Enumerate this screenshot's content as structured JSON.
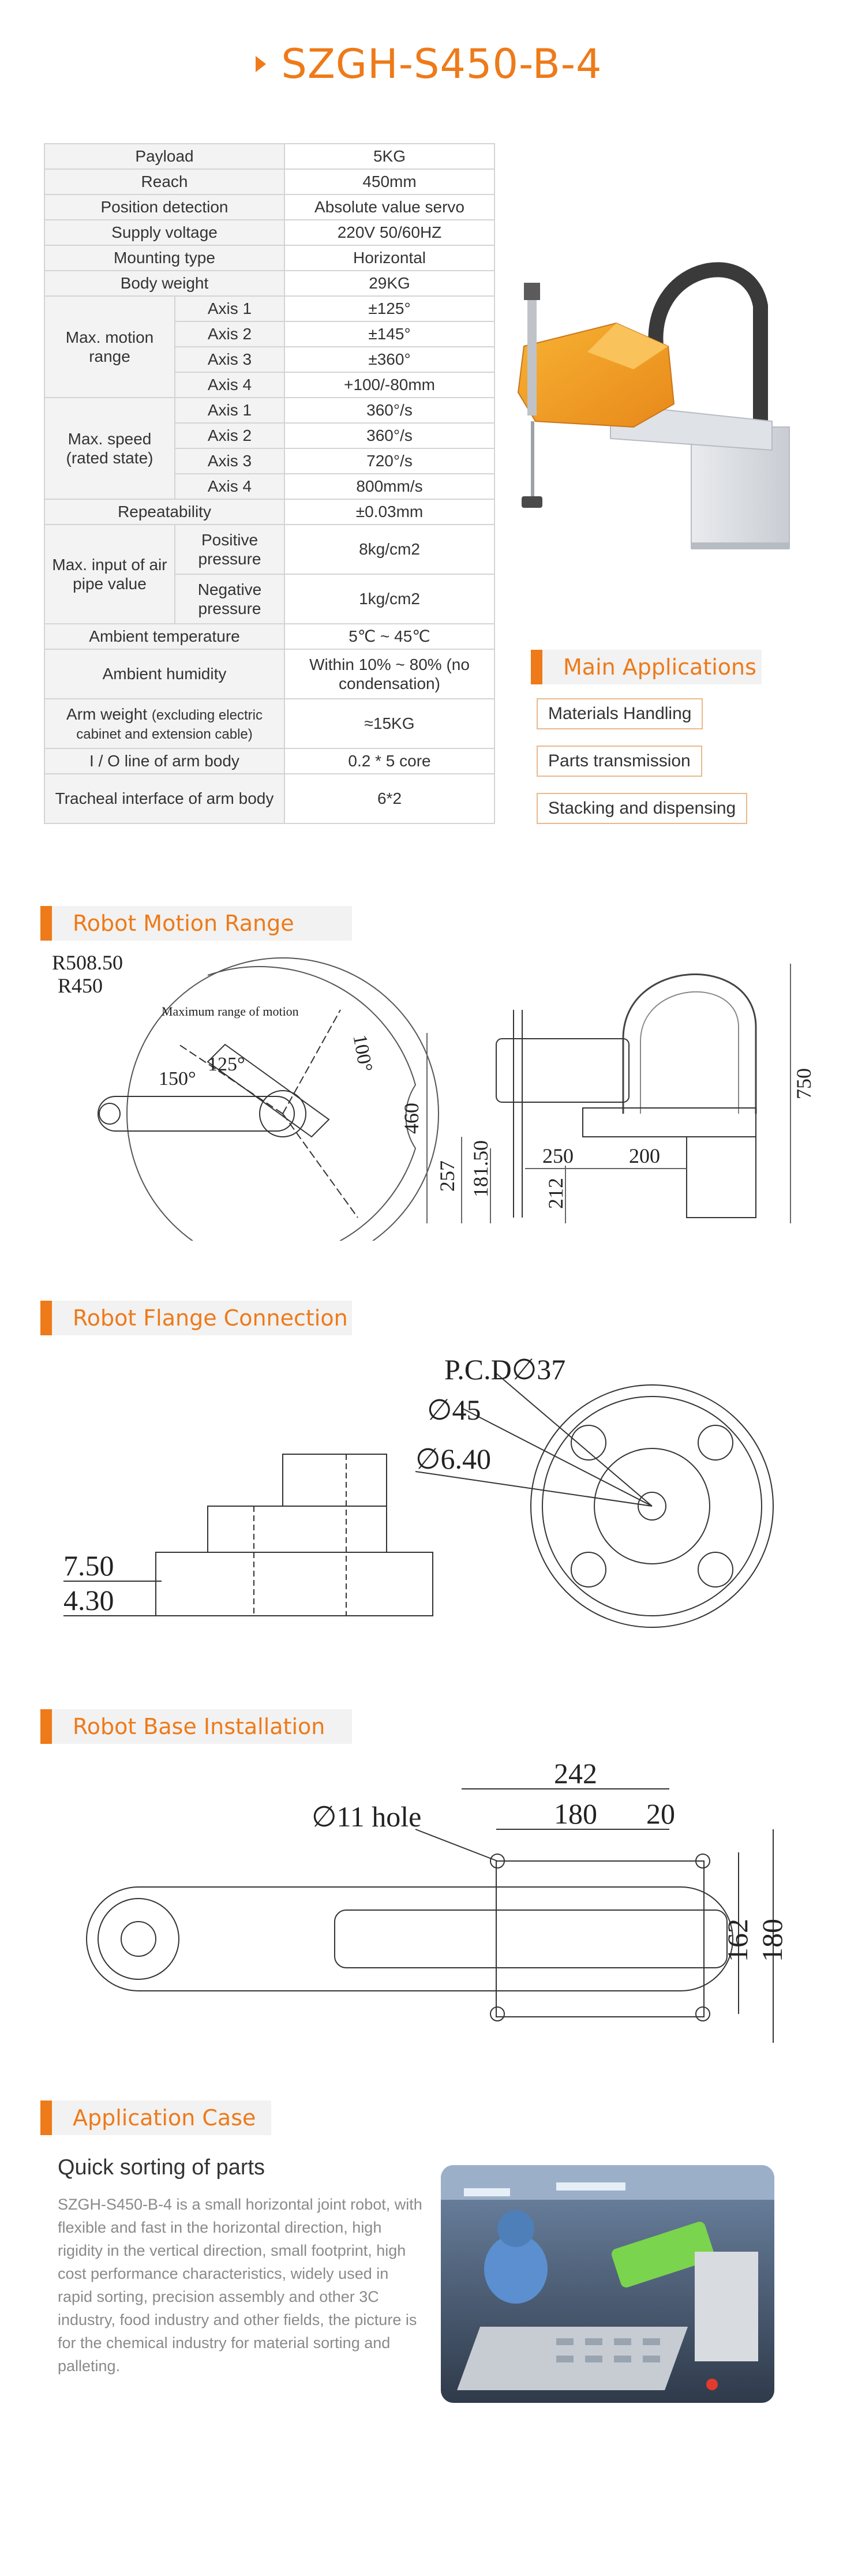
{
  "title": "SZGH-S450-B-4",
  "specs": {
    "payload": {
      "label": "Payload",
      "value": "5KG"
    },
    "reach": {
      "label": "Reach",
      "value": "450mm"
    },
    "position_detection": {
      "label": "Position detection",
      "value": "Absolute value servo"
    },
    "supply_voltage": {
      "label": "Supply voltage",
      "value": "220V 50/60HZ"
    },
    "mounting_type": {
      "label": "Mounting type",
      "value": "Horizontal"
    },
    "body_weight": {
      "label": "Body weight",
      "value": "29KG"
    },
    "motion_range": {
      "label": "Max. motion range",
      "axes": [
        {
          "axis": "Axis 1",
          "value": "±125°"
        },
        {
          "axis": "Axis 2",
          "value": "±145°"
        },
        {
          "axis": "Axis 3",
          "value": "±360°"
        },
        {
          "axis": "Axis 4",
          "value": "+100/-80mm"
        }
      ]
    },
    "max_speed": {
      "label": "Max. speed (rated state)",
      "axes": [
        {
          "axis": "Axis 1",
          "value": "360°/s"
        },
        {
          "axis": "Axis 2",
          "value": "360°/s"
        },
        {
          "axis": "Axis 3",
          "value": "720°/s"
        },
        {
          "axis": "Axis 4",
          "value": "800mm/s"
        }
      ]
    },
    "repeatability": {
      "label": "Repeatability",
      "value": "±0.03mm"
    },
    "air_pipe": {
      "label": "Max. input of air pipe value",
      "rows": [
        {
          "sub": "Positive pressure",
          "value": "8kg/cm2"
        },
        {
          "sub": "Negative pressure",
          "value": "1kg/cm2"
        }
      ]
    },
    "ambient_temperature": {
      "label": "Ambient temperature",
      "value": "5℃ ~ 45℃"
    },
    "ambient_humidity": {
      "label": "Ambient humidity",
      "value": "Within 10% ~ 80% (no condensation)"
    },
    "arm_weight": {
      "label": "Arm weight",
      "label_note": "(excluding electric cabinet and extension cable)",
      "value": "≈15KG"
    },
    "io_line": {
      "label": "I / O line of arm body",
      "value": "0.2 * 5 core"
    },
    "tracheal": {
      "label": "Tracheal interface of arm body",
      "value": "6*2"
    }
  },
  "main_applications": {
    "heading": "Main Applications",
    "items": [
      "Materials Handling",
      "Parts transmission",
      "Stacking and dispensing"
    ]
  },
  "motion_range_section": {
    "heading": "Robot Motion Range",
    "labels": {
      "r1": "R508.50",
      "r2": "R450",
      "max_range": "Maximum range of motion",
      "ang_150": "150°",
      "ang_125": "125°",
      "ang_100": "100°",
      "d460": "460",
      "d257": "257",
      "d181": "181.50",
      "d250": "250",
      "d200": "200",
      "d212": "212",
      "d750": "750"
    }
  },
  "flange_section": {
    "heading": "Robot Flange Connection",
    "labels": {
      "pcd": "P.C.D∅37",
      "d45": "∅45",
      "d640": "∅6.40",
      "d750": "7.50",
      "d430": "4.30"
    }
  },
  "base_section": {
    "heading": "Robot Base Installation",
    "labels": {
      "d242": "242",
      "hole": "∅11 hole",
      "d180w": "180",
      "d20": "20",
      "d162": "162",
      "d180h": "180"
    }
  },
  "application_case": {
    "heading": "Application Case",
    "title": "Quick sorting of parts",
    "body": "SZGH-S450-B-4 is a small horizontal joint robot, with flexible and fast in the horizontal direction, high rigidity in the vertical direction, small footprint, high cost performance characteristics, widely used in rapid sorting, precision assembly and other 3C industry, food industry and other fields, the picture is for the chemical industry for material sorting and palleting."
  },
  "colors": {
    "accent": "#ee7a19",
    "border": "#d4d4d4",
    "label_bg": "#f3f3f3",
    "robot_orange": "#f5a623"
  }
}
